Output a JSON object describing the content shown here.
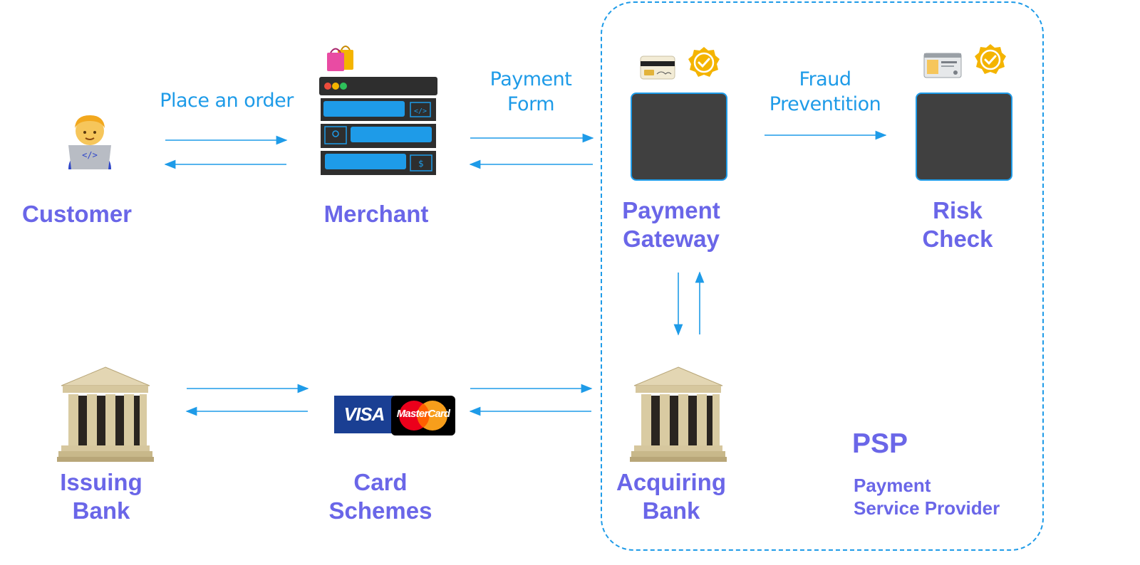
{
  "nodes": {
    "customer": "Customer",
    "merchant": "Merchant",
    "payment_gateway": [
      "Payment",
      "Gateway"
    ],
    "risk_check": [
      "Risk",
      "Check"
    ],
    "issuing_bank": [
      "Issuing",
      "Bank"
    ],
    "card_schemes": [
      "Card",
      "Schemes"
    ],
    "acquiring_bank": [
      "Acquiring",
      "Bank"
    ]
  },
  "edge_labels": {
    "place_order": "Place an order",
    "payment_form": [
      "Payment",
      "Form"
    ],
    "fraud_prevention": [
      "Fraud",
      "Preventition"
    ]
  },
  "psp": {
    "title": "PSP",
    "subtitle": [
      "Payment",
      "Service Provider"
    ]
  },
  "logos": {
    "visa": "VISA",
    "mastercard": "MasterCard"
  },
  "colors": {
    "accent_blue": "#1e9be8",
    "label_purple": "#6a66e8",
    "dark_box": "#404040",
    "visa_blue": "#1a3f93",
    "badge_gold": "#f4b400"
  }
}
